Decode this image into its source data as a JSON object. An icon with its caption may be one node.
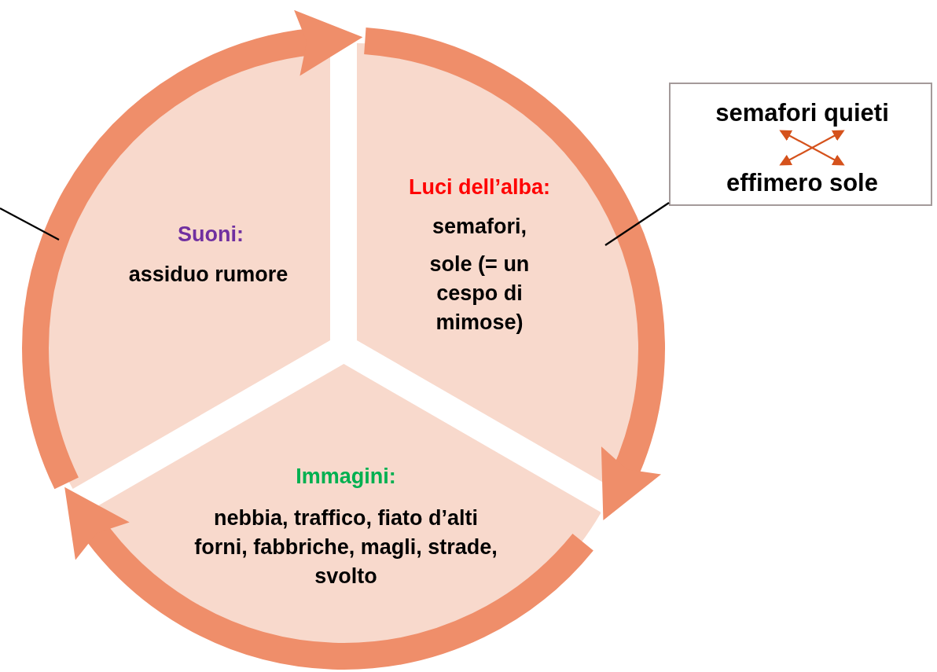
{
  "diagram": {
    "nodes": [
      {
        "text": [
          "Suoni:",
          "assiduo rumore"
        ]
      },
      {
        "text": [
          "Luci dell’alba:",
          "semafori,",
          "sole (= un cespo di mimose)"
        ]
      },
      {
        "text": [
          "Immagini:",
          "nebbia, traffico, fiato d’alti forni, fabbriche, magli, strade, svolto"
        ]
      },
      {
        "text": [],
        "shape": "box"
      },
      {
        "text": [
          "semafori quieti"
        ],
        "in": 3
      },
      {
        "text": [
          "effimero sole"
        ],
        "in": 3
      }
    ],
    "edges": [
      {
        "from": 0,
        "to": 1,
        "arrow": "to",
        "style": "thick",
        "color": "#ef8e6a"
      },
      {
        "from": 1,
        "to": 2,
        "arrow": "to",
        "style": "thick",
        "color": "#ef8e6a"
      },
      {
        "from": 2,
        "to": 0,
        "arrow": "to",
        "style": "thick",
        "color": "#ef8e6a"
      },
      {
        "from": 4,
        "to": 5,
        "arrow": "both",
        "color": "#d5521c"
      },
      {
        "from": 4,
        "to": 5,
        "arrow": "both",
        "color": "#d5521c"
      },
      {
        "from": 3,
        "to": 1,
        "arrow": "none",
        "color": "#000000"
      },
      {
        "from": null,
        "to": 0,
        "arrow": "none",
        "color": "#000000"
      }
    ]
  }
}
